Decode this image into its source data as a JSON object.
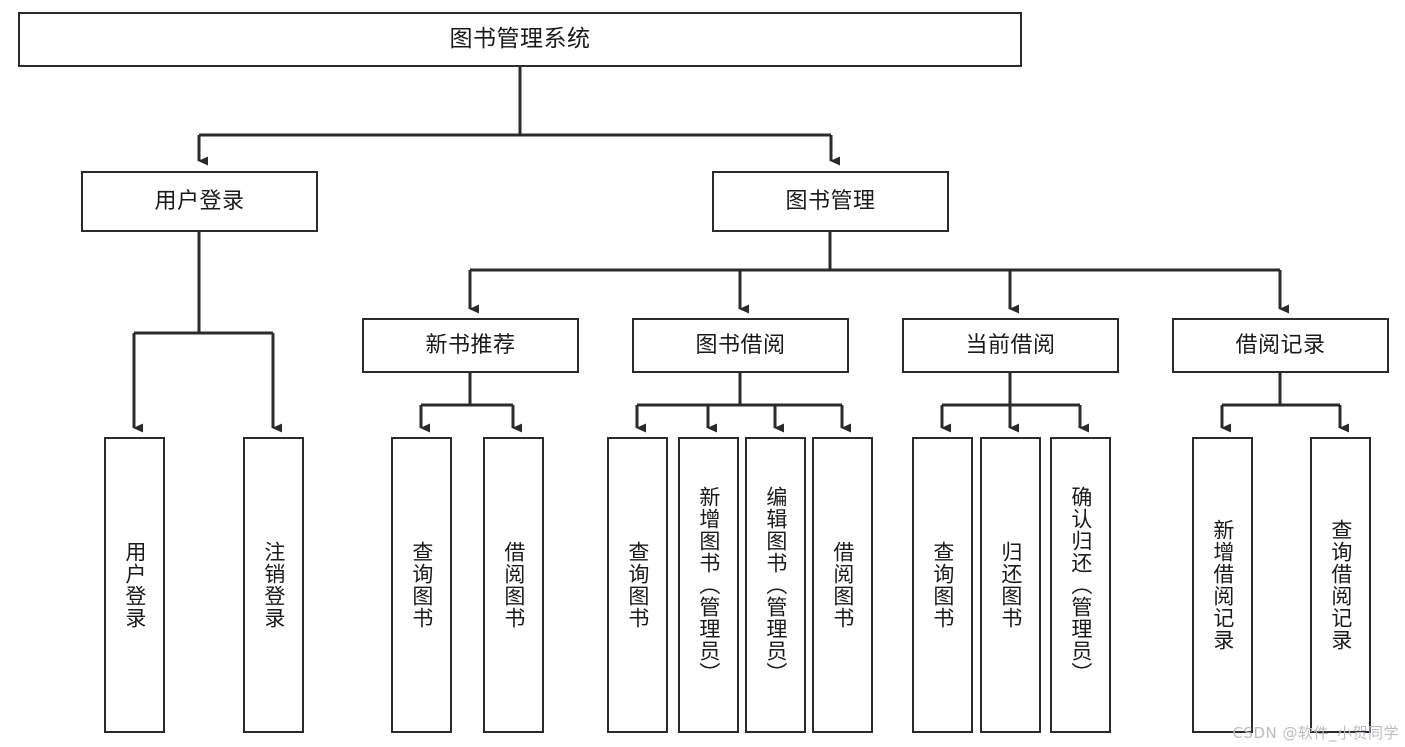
{
  "diagram": {
    "type": "hierarchy-tree",
    "title": "图书管理系统",
    "watermark": "CSDN @软件_小贺同学",
    "colors": {
      "box_border": "#2b2b2b",
      "box_fill": "#ffffff",
      "text": "#1a1a1a",
      "connector": "#2b2b2b",
      "watermark": "#b9bcc0",
      "background": "#ffffff"
    },
    "root": {
      "label": "图书管理系统"
    },
    "level2": [
      {
        "label": "用户登录"
      },
      {
        "label": "图书管理"
      }
    ],
    "level3": [
      {
        "label": "新书推荐"
      },
      {
        "label": "图书借阅"
      },
      {
        "label": "当前借阅"
      },
      {
        "label": "借阅记录"
      }
    ],
    "leaves": {
      "user_login": [
        {
          "label": "用户登录"
        },
        {
          "label": "注销登录"
        }
      ],
      "new_book_recommend": [
        {
          "label": "查询图书"
        },
        {
          "label": "借阅图书"
        }
      ],
      "book_borrow": [
        {
          "label": "查询图书"
        },
        {
          "label": "新增图书（管理员）"
        },
        {
          "label": "编辑图书（管理员）"
        },
        {
          "label": "借阅图书"
        }
      ],
      "current_borrow": [
        {
          "label": "查询图书"
        },
        {
          "label": "归还图书"
        },
        {
          "label": "确认归还（管理员）"
        }
      ],
      "borrow_record": [
        {
          "label": "新增借阅记录"
        },
        {
          "label": "查询借阅记录"
        }
      ]
    }
  }
}
